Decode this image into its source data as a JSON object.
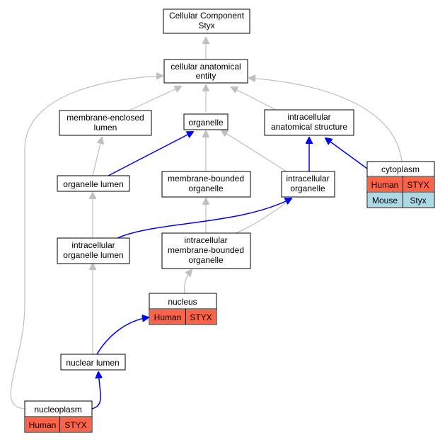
{
  "colors": {
    "human": "#ff6347",
    "mouse": "#add8e6",
    "edge_is_a": "#c0c0c0",
    "edge_part_of": "#0000ff"
  },
  "nodes": {
    "root": {
      "line1": "Cellular Component",
      "line2": "Styx"
    },
    "cae": {
      "line1": "cellular anatomical",
      "line2": "entity"
    },
    "mel": {
      "line1": "membrane-enclosed",
      "line2": "lumen"
    },
    "organelle": {
      "line1": "organelle"
    },
    "ias": {
      "line1": "intracellular",
      "line2": "anatomical structure"
    },
    "olumen": {
      "line1": "organelle lumen"
    },
    "mbo": {
      "line1": "membrane-bounded",
      "line2": "organelle"
    },
    "io": {
      "line1": "intracellular",
      "line2": "organelle"
    },
    "iol": {
      "line1": "intracellular",
      "line2": "organelle lumen"
    },
    "imbo": {
      "line1": "intracellular",
      "line2": "membrane-bounded",
      "line3": "organelle"
    },
    "nucleus": {
      "title": "nucleus",
      "species": "Human",
      "gene": "STYX"
    },
    "nlumen": {
      "line1": "nuclear lumen"
    },
    "nucleoplasm": {
      "title": "nucleoplasm",
      "species": "Human",
      "gene": "STYX"
    },
    "cytoplasm": {
      "title": "cytoplasm",
      "rows": [
        {
          "species": "Human",
          "gene": "STYX"
        },
        {
          "species": "Mouse",
          "gene": "Styx"
        }
      ]
    }
  }
}
